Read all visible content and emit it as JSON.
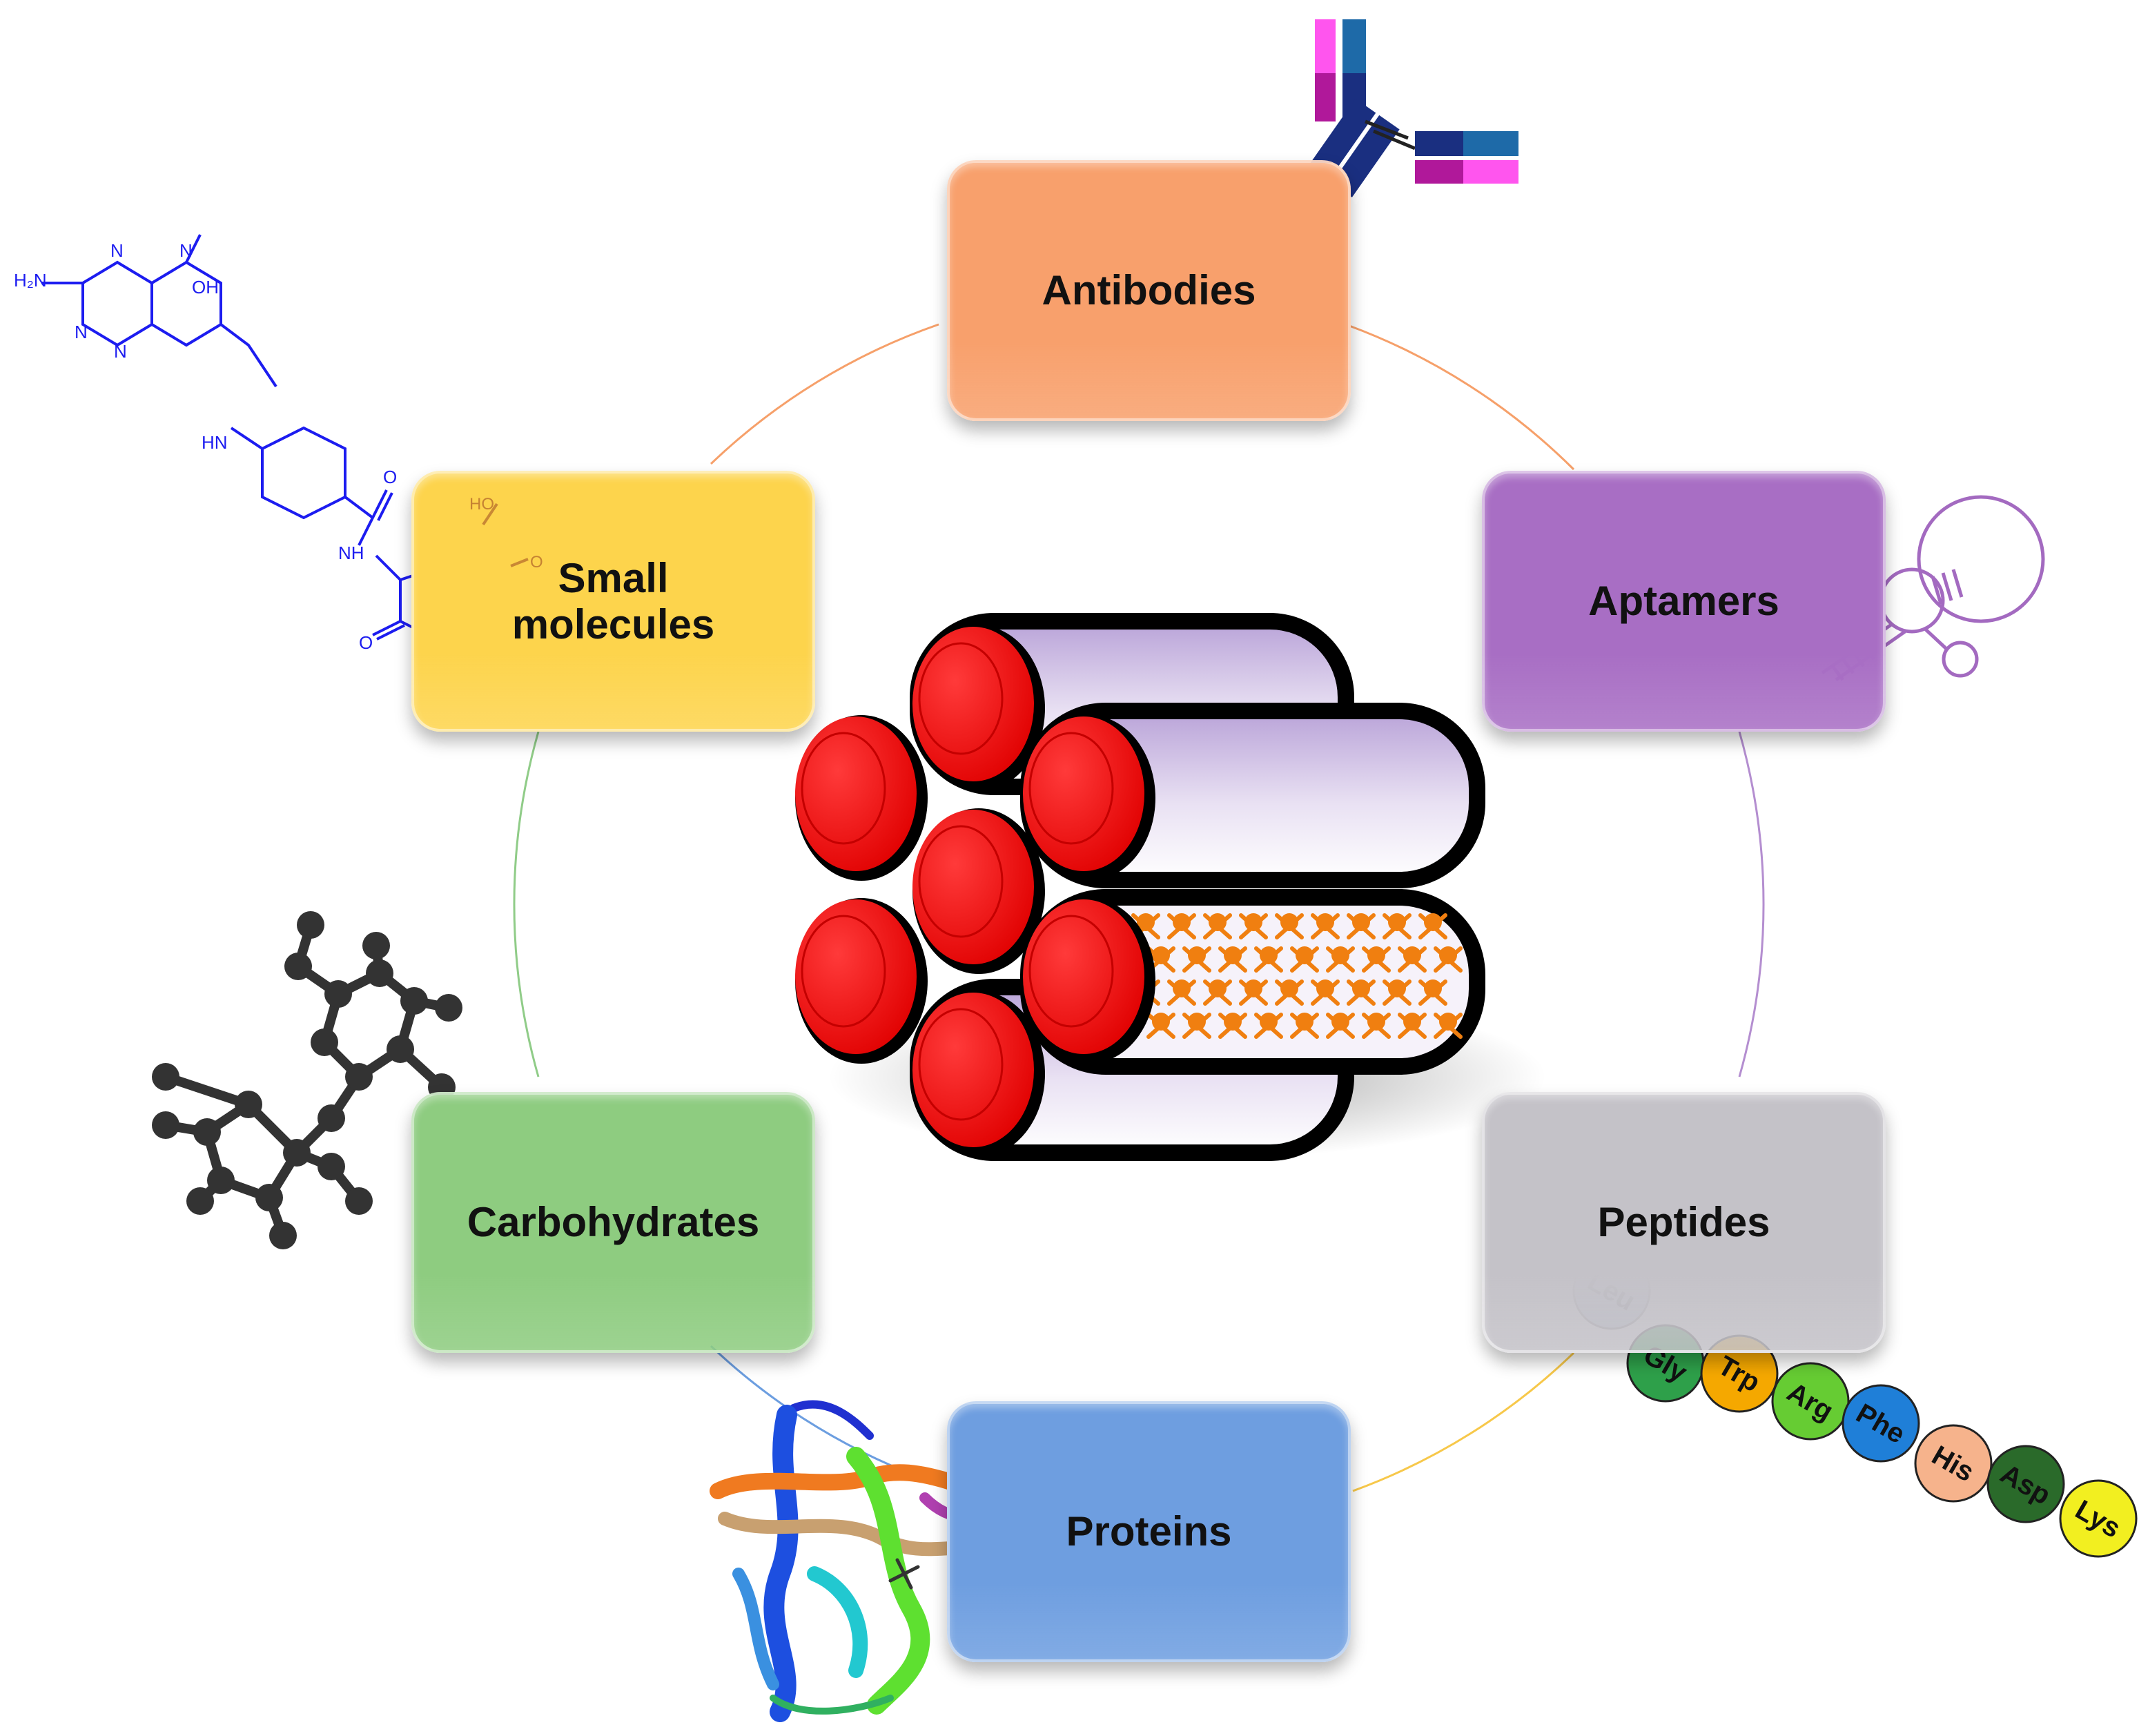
{
  "targets": {
    "antibodies": {
      "label": "Antibodies",
      "color": "#f8a06c"
    },
    "aptamers": {
      "label": "Aptamers",
      "color": "#a86ec4"
    },
    "peptides": {
      "label": "Peptides",
      "color": "#c4c2c8"
    },
    "proteins": {
      "label": "Proteins",
      "color": "#6e9ee0"
    },
    "carbohydrates": {
      "label": "Carbohydrates",
      "color": "#8ecc80"
    },
    "small_molecules": {
      "label": "Small\nmolecules",
      "color": "#fdd44c"
    }
  },
  "molecule_labels": {
    "h2n": "H₂N",
    "oh": "OH",
    "n1": "N",
    "n2": "N",
    "n3": "N",
    "n4": "N",
    "hn": "HN",
    "o1": "O",
    "nh": "NH",
    "ho": "HO",
    "o2": "O",
    "o3": "O",
    "oh2": "OH"
  },
  "amino_acids": [
    "Leu",
    "Gly",
    "Trp",
    "Arg",
    "Phe",
    "His",
    "Asp",
    "Lys"
  ],
  "amino_acid_colors": [
    "#7f9fc0",
    "#2ea04a",
    "#f5a800",
    "#66cc33",
    "#1f7fd8",
    "#f6b38c",
    "#2a6a2a",
    "#f2ef20"
  ],
  "colors": {
    "cylinder_cap": "#ff0000",
    "cylinder_body": "#d6c8ea",
    "payload": "#f07f10",
    "molecule_blue": "#1c1cf0",
    "carbohydrate_atom": "#333333"
  }
}
